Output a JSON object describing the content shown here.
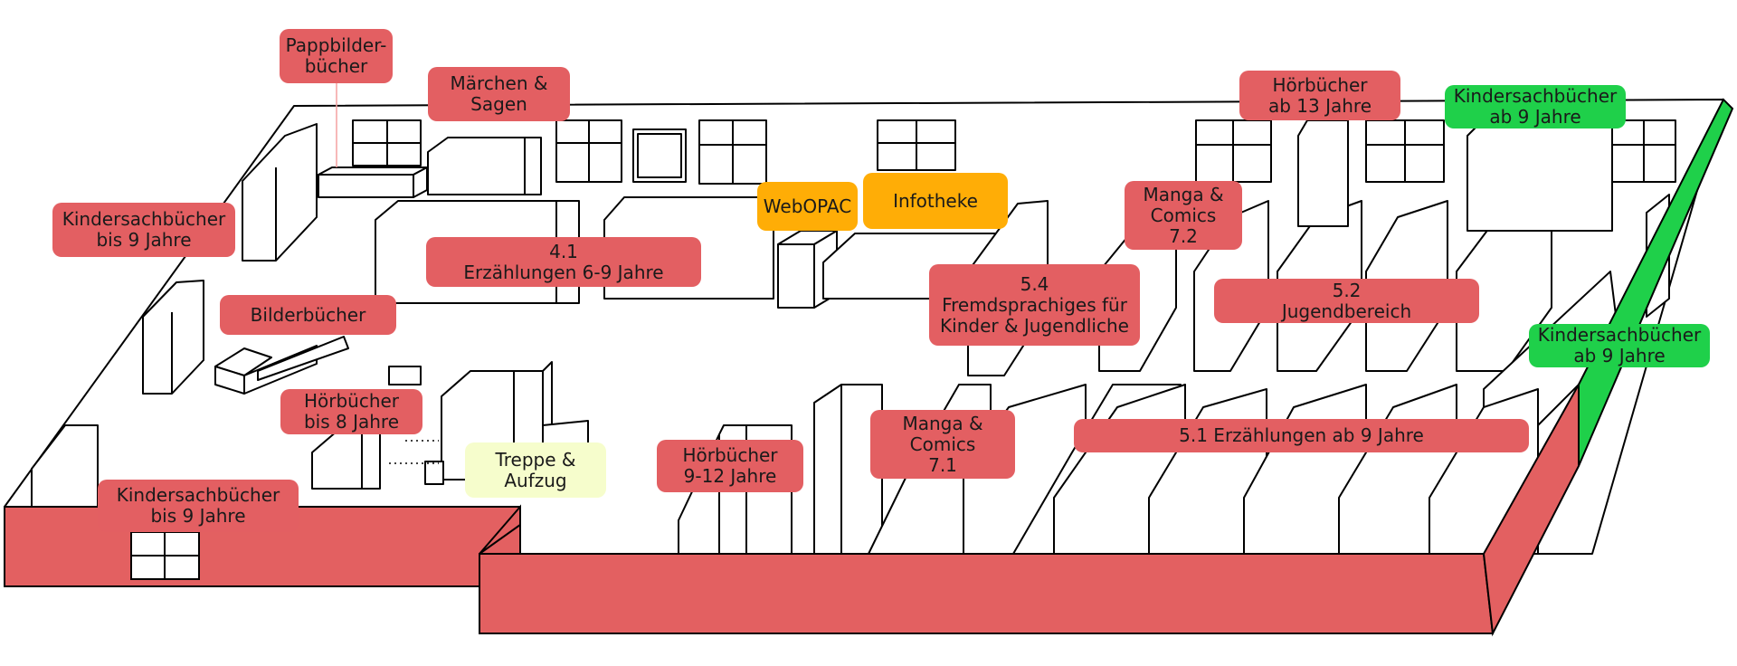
{
  "colors": {
    "section_red": "#e35f62",
    "section_green": "#1fd04a",
    "service_orange": "#ffad06",
    "stairs_yellow": "#f6fdcc",
    "wall_red": "#e36061",
    "wall_green": "#1fd04a"
  },
  "labels": {
    "pappbilderbuecher": [
      "Pappbilder-",
      "bücher"
    ],
    "maerchen_sagen": [
      "Märchen &",
      "Sagen"
    ],
    "kindersachbuecher_bis9_left": [
      "Kindersachbücher",
      "bis 9 Jahre"
    ],
    "erzaehlungen_6_9": [
      "4.1",
      "Erzählungen 6-9 Jahre"
    ],
    "bilderbuecher": [
      "Bilderbücher"
    ],
    "hoerbuecher_bis8": [
      "Hörbücher",
      "bis 8 Jahre"
    ],
    "kindersachbuecher_bis9_bottom": [
      "Kindersachbücher",
      "bis 9 Jahre"
    ],
    "treppe_aufzug": [
      "Treppe &",
      "Aufzug"
    ],
    "hoerbuecher_9_12": [
      "Hörbücher",
      "9-12 Jahre"
    ],
    "webopac": [
      "WebOPAC"
    ],
    "infotheke": [
      "Infotheke"
    ],
    "manga_comics_72": [
      "Manga &",
      "Comics",
      "7.2"
    ],
    "fremdsprachiges": [
      "5.4",
      "Fremdsprachiges für",
      "Kinder & Jugendliche"
    ],
    "hoerbuecher_ab13": [
      "Hörbücher",
      "ab 13 Jahre"
    ],
    "kindersachbuecher_ab9_top": [
      "Kindersachbücher",
      "ab 9 Jahre"
    ],
    "jugendbereich": [
      "5.2",
      "Jugendbereich"
    ],
    "kindersachbuecher_ab9_right": [
      "Kindersachbücher",
      "ab 9 Jahre"
    ],
    "manga_comics_71": [
      "Manga &",
      "Comics",
      "7.1"
    ],
    "erzaehlungen_ab9": [
      "5.1 Erzählungen ab 9 Jahre"
    ]
  }
}
